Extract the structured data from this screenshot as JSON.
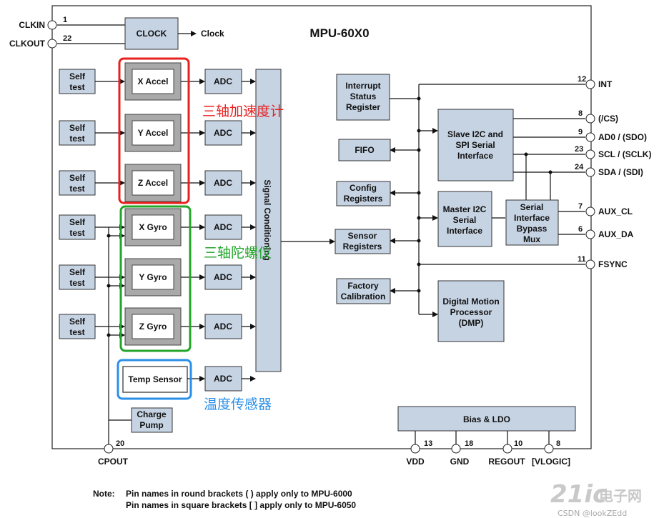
{
  "title": "MPU-60X0",
  "clock": {
    "block": "CLOCK",
    "output": "Clock"
  },
  "pins": {
    "clkin": {
      "name": "CLKIN",
      "num": "1"
    },
    "clkout": {
      "name": "CLKOUT",
      "num": "22"
    },
    "int": {
      "name": "INT",
      "num": "12"
    },
    "cs": {
      "name": "(/CS)",
      "num": "8"
    },
    "ad0": {
      "name": "AD0 / (SDO)",
      "num": "9"
    },
    "scl": {
      "name": "SCL / (SCLK)",
      "num": "23"
    },
    "sda": {
      "name": "SDA / (SDI)",
      "num": "24"
    },
    "aux_cl": {
      "name": "AUX_CL",
      "num": "7"
    },
    "aux_da": {
      "name": "AUX_DA",
      "num": "6"
    },
    "fsync": {
      "name": "FSYNC",
      "num": "11"
    },
    "cpout": {
      "name": "CPOUT",
      "num": "20"
    },
    "vdd": {
      "name": "VDD",
      "num": "13"
    },
    "gnd": {
      "name": "GND",
      "num": "18"
    },
    "regout": {
      "name": "REGOUT",
      "num": "10"
    },
    "vlogic": {
      "name": "[VLOGIC]",
      "num": "8"
    }
  },
  "self_test": [
    "Self",
    "test"
  ],
  "sensors": [
    "X Accel",
    "Y Accel",
    "Z Accel",
    "X Gyro",
    "Y Gyro",
    "Z Gyro"
  ],
  "temp_sensor": "Temp Sensor",
  "adc": "ADC",
  "charge_pump": [
    "Charge",
    "Pump"
  ],
  "signal_conditioning": "Signal Conditioning",
  "blocks": {
    "interrupt": [
      "Interrupt",
      "Status",
      "Register"
    ],
    "fifo": [
      "FIFO"
    ],
    "config": [
      "Config",
      "Registers"
    ],
    "sensor_regs": [
      "Sensor",
      "Registers"
    ],
    "factory": [
      "Factory",
      "Calibration"
    ],
    "slave": [
      "Slave I2C and",
      "SPI Serial",
      "Interface"
    ],
    "master": [
      "Master I2C",
      "Serial",
      "Interface"
    ],
    "bypass": [
      "Serial",
      "Interface",
      "Bypass",
      "Mux"
    ],
    "dmp": [
      "Digital Motion",
      "Processor",
      "(DMP)"
    ],
    "bias": [
      "Bias & LDO"
    ]
  },
  "annotations": {
    "accel": "三轴加速度计",
    "gyro": "三轴陀螺仪",
    "temp": "温度传感器"
  },
  "colors": {
    "accel": "#e8201f",
    "gyro": "#22a52a",
    "temp": "#2a8fe8",
    "block": "#c6d3e3"
  },
  "note": {
    "label": "Note:",
    "line1": "Pin names in round brackets ( ) apply only to MPU-6000",
    "line2": "Pin names in square brackets [ ] apply only to MPU-6050"
  },
  "watermark": {
    "logo": "21ic",
    "site": "电子网",
    "credit": "CSDN @lookZEdd"
  }
}
